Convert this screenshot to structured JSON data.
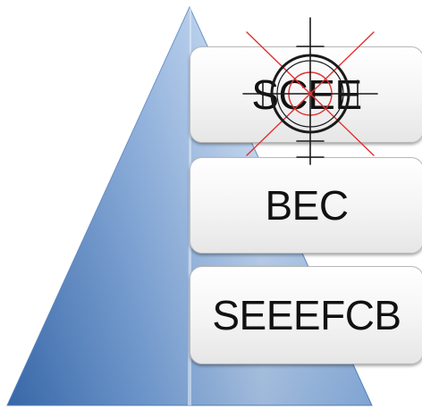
{
  "levels": [
    {
      "label": "SCEE"
    },
    {
      "label": "BEC"
    },
    {
      "label": "SEEEFCB"
    }
  ],
  "colors": {
    "pyramid_light": "#c9dcf3",
    "pyramid_mid": "#7fa6d9",
    "pyramid_dark": "#3f6fb0",
    "pyramid_edge": "#5b86c0",
    "crosshair_red": "#e03030",
    "crosshair_black": "#1a1a1a"
  },
  "icons": [
    "crosshair-target-icon"
  ]
}
